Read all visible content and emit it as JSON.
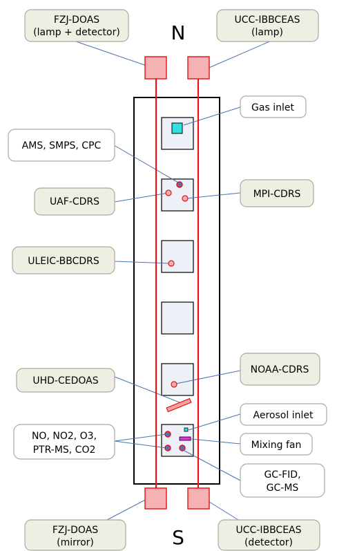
{
  "compass": {
    "north": "N",
    "south": "S"
  },
  "labels": {
    "fzj_doas_top": [
      "FZJ-DOAS",
      "(lamp + detector)"
    ],
    "ucc_ibbceas_top": [
      "UCC-IBBCEAS",
      "(lamp)"
    ],
    "gas_inlet": [
      "Gas inlet"
    ],
    "ams_smps_cpc": [
      "AMS, SMPS, CPC"
    ],
    "uaf_cdrs": [
      "UAF-CDRS"
    ],
    "mpi_cdrs": [
      "MPI-CDRS"
    ],
    "uleic_bbcdrs": [
      "ULEIC-BBCDRS"
    ],
    "uhd_cedoas": [
      "UHD-CEDOAS"
    ],
    "noaa_cdrs": [
      "NOAA-CDRS"
    ],
    "aerosol_inlet": [
      "Aerosol inlet"
    ],
    "no_group": [
      "NO, NO2, O3,",
      "PTR-MS, CO2"
    ],
    "mixing_fan": [
      "Mixing fan"
    ],
    "gc_fid_ms": [
      "GC-FID,",
      "GC-MS"
    ],
    "fzj_doas_bottom": [
      "FZJ-DOAS",
      "(mirror)"
    ],
    "ucc_ibbceas_bottom": [
      "UCC-IBBCEAS",
      "(detector)"
    ]
  },
  "colors": {
    "beam": "#ee1111",
    "mirror_fill": "#f6b2b2",
    "leader_line": "#4a72b0",
    "label_beige": "#eeeee2",
    "gas_inlet_marker": "#33e0e0",
    "mixing_fan_marker": "#e030e0",
    "instrument_dot_blue": "#5b6db8"
  }
}
